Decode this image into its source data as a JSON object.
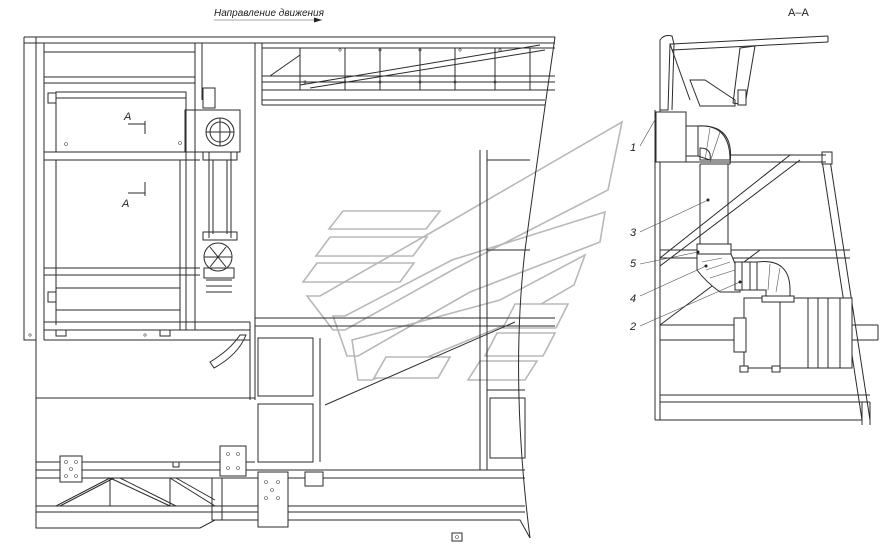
{
  "drawing": {
    "direction_label": "Направление движения",
    "section_title": "А–А",
    "section_marker_top": "А",
    "section_marker_bottom": "А",
    "callouts": [
      "1",
      "3",
      "5",
      "4",
      "2"
    ]
  }
}
